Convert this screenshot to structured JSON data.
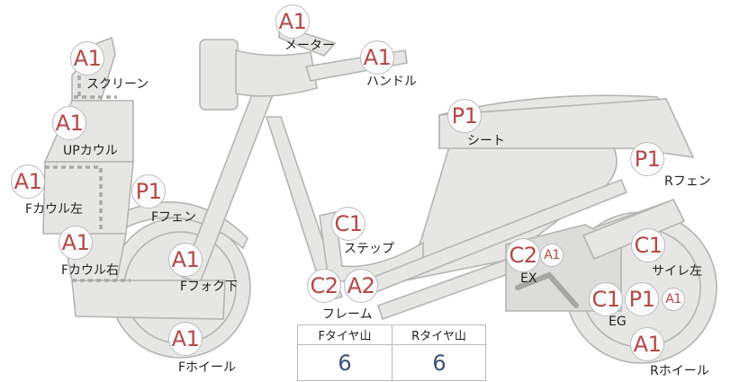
{
  "parts": [
    {
      "id": "meter",
      "label": "メーター",
      "badges": [
        "A1"
      ]
    },
    {
      "id": "handle",
      "label": "ハンドル",
      "badges": [
        "A1"
      ]
    },
    {
      "id": "screen",
      "label": "スクリーン",
      "badges": [
        "A1"
      ]
    },
    {
      "id": "up-cowl",
      "label": "UPカウル",
      "badges": [
        "A1"
      ]
    },
    {
      "id": "f-cowl-left",
      "label": "Fカウル左",
      "badges": [
        "A1"
      ]
    },
    {
      "id": "f-fender",
      "label": "Fフェン",
      "badges": [
        "P1"
      ]
    },
    {
      "id": "f-cowl-right",
      "label": "Fカウル右",
      "badges": [
        "A1"
      ]
    },
    {
      "id": "f-fork",
      "label": "Fフォク下",
      "badges": [
        "A1"
      ]
    },
    {
      "id": "f-wheel",
      "label": "Fホイール",
      "badges": [
        "A1"
      ]
    },
    {
      "id": "step",
      "label": "ステップ",
      "badges": [
        "C1"
      ]
    },
    {
      "id": "frame",
      "label": "フレーム",
      "badges": [
        "C2",
        "A2"
      ]
    },
    {
      "id": "seat",
      "label": "シート",
      "badges": [
        "P1"
      ]
    },
    {
      "id": "r-fender",
      "label": "Rフェン",
      "badges": [
        "P1"
      ]
    },
    {
      "id": "ex",
      "label": "EX",
      "badges": [
        "C2",
        "A1"
      ]
    },
    {
      "id": "silencer-left",
      "label": "サイレ左",
      "badges": [
        "C1"
      ]
    },
    {
      "id": "eg",
      "label": "EG",
      "badges": [
        "C1",
        "P1",
        "A1"
      ]
    },
    {
      "id": "r-wheel",
      "label": "Rホイール",
      "badges": [
        "A1"
      ]
    }
  ],
  "tire": {
    "front_header": "Fタイヤ山",
    "rear_header": "Rタイヤ山",
    "front_value": "6",
    "rear_value": "6"
  }
}
